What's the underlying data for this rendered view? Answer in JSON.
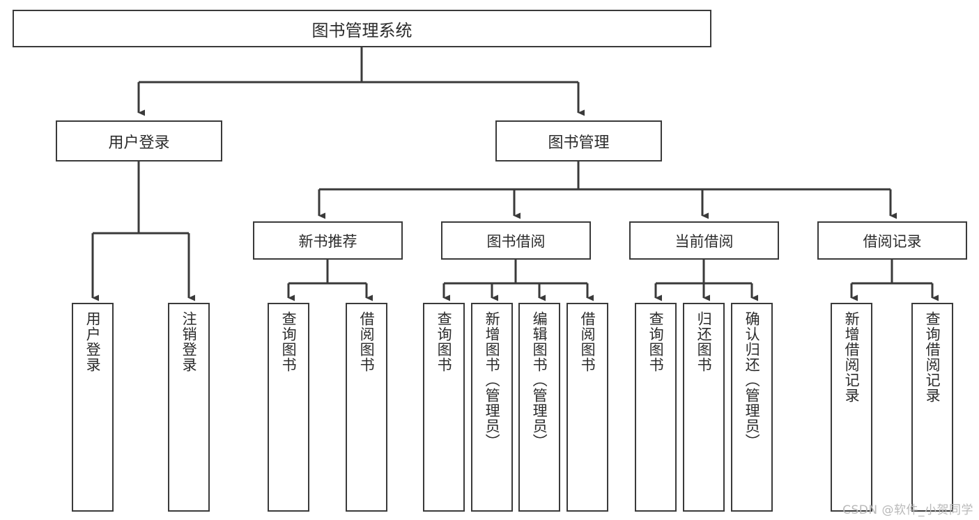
{
  "diagram": {
    "title": "图书管理系统",
    "type": "tree",
    "root": {
      "label": "图书管理系统",
      "level": "root"
    },
    "level1": [
      {
        "label": "用户登录"
      },
      {
        "label": "图书管理"
      }
    ],
    "level2": [
      {
        "label": "新书推荐",
        "parent": "图书管理"
      },
      {
        "label": "图书借阅",
        "parent": "图书管理"
      },
      {
        "label": "当前借阅",
        "parent": "图书管理"
      },
      {
        "label": "借阅记录",
        "parent": "图书管理"
      }
    ],
    "leaves": [
      {
        "label": "用户登录",
        "parent": "用户登录"
      },
      {
        "label": "注销登录",
        "parent": "用户登录"
      },
      {
        "label": "查询图书",
        "parent": "新书推荐"
      },
      {
        "label": "借阅图书",
        "parent": "新书推荐"
      },
      {
        "label": "查询图书",
        "parent": "图书借阅"
      },
      {
        "label": "新增图书（管理员）",
        "parent": "图书借阅"
      },
      {
        "label": "编辑图书（管理员）",
        "parent": "图书借阅"
      },
      {
        "label": "借阅图书",
        "parent": "图书借阅"
      },
      {
        "label": "查询图书",
        "parent": "当前借阅"
      },
      {
        "label": "归还图书",
        "parent": "当前借阅"
      },
      {
        "label": "确认归还（管理员）",
        "parent": "当前借阅"
      },
      {
        "label": "新增借阅记录",
        "parent": "借阅记录"
      },
      {
        "label": "查询借阅记录",
        "parent": "借阅记录"
      }
    ],
    "watermark": "CSDN @软件_小贺同学",
    "colors": {
      "background": "#ffffff",
      "box_border": "#3a3a3a",
      "box_fill": "#ffffff",
      "text": "#2b2b2b",
      "edge": "#3a3a3a",
      "watermark": "#b9b9b9"
    }
  }
}
